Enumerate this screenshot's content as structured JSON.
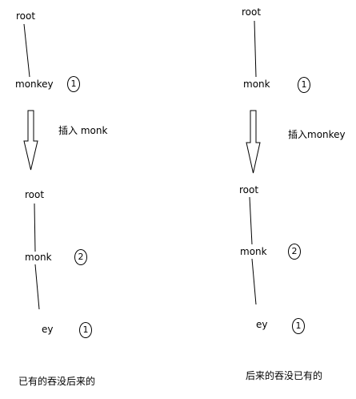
{
  "left": {
    "top_tree": {
      "root": "root",
      "child": "monkey",
      "child_count": "1"
    },
    "operation": "插入 monk",
    "bottom_tree": {
      "root": "root",
      "child": "monk",
      "child_count": "2",
      "grandchild": "ey",
      "grandchild_count": "1"
    },
    "caption": "已有的吞没后来的"
  },
  "right": {
    "top_tree": {
      "root": "root",
      "child": "monk",
      "child_count": "1"
    },
    "operation": "插入monkey",
    "bottom_tree": {
      "root": "root",
      "child": "monk",
      "child_count": "2",
      "grandchild": "ey",
      "grandchild_count": "1"
    },
    "caption": "后来的吞没已有的"
  },
  "colors": {
    "stroke": "#000000",
    "background": "#ffffff"
  }
}
